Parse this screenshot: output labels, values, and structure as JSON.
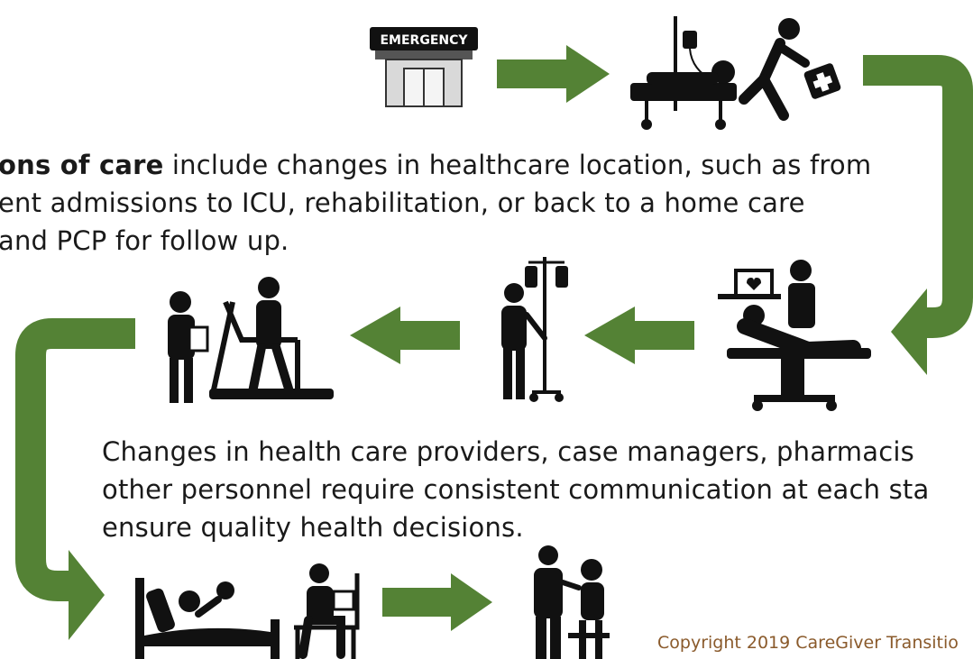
{
  "emergency_sign": "EMERGENCY",
  "paragraph1": {
    "line1_bold": "ons of care",
    "line1_rest": " include changes in healthcare location, such as from",
    "line2": "ent admissions to ICU, rehabilitation, or back to a home care",
    "line3": " and PCP for follow up."
  },
  "paragraph2": {
    "line1": "Changes in health care providers, case managers, pharmacis",
    "line2": "other personnel require consistent communication at each sta",
    "line3": "ensure quality health decisions."
  },
  "copyright": "Copyright 2019 CareGiver Transitio",
  "colors": {
    "arrow": "#548235",
    "icon": "#111111",
    "copyright": "#8a5a2b"
  },
  "icons": [
    "emergency-building-icon",
    "hospital-bed-paramedic-icon",
    "surgery-icu-icon",
    "iv-pole-patient-icon",
    "treadmill-therapy-icon",
    "home-care-bed-icon",
    "caregiver-chair-icon",
    "doctor-checkup-icon"
  ]
}
